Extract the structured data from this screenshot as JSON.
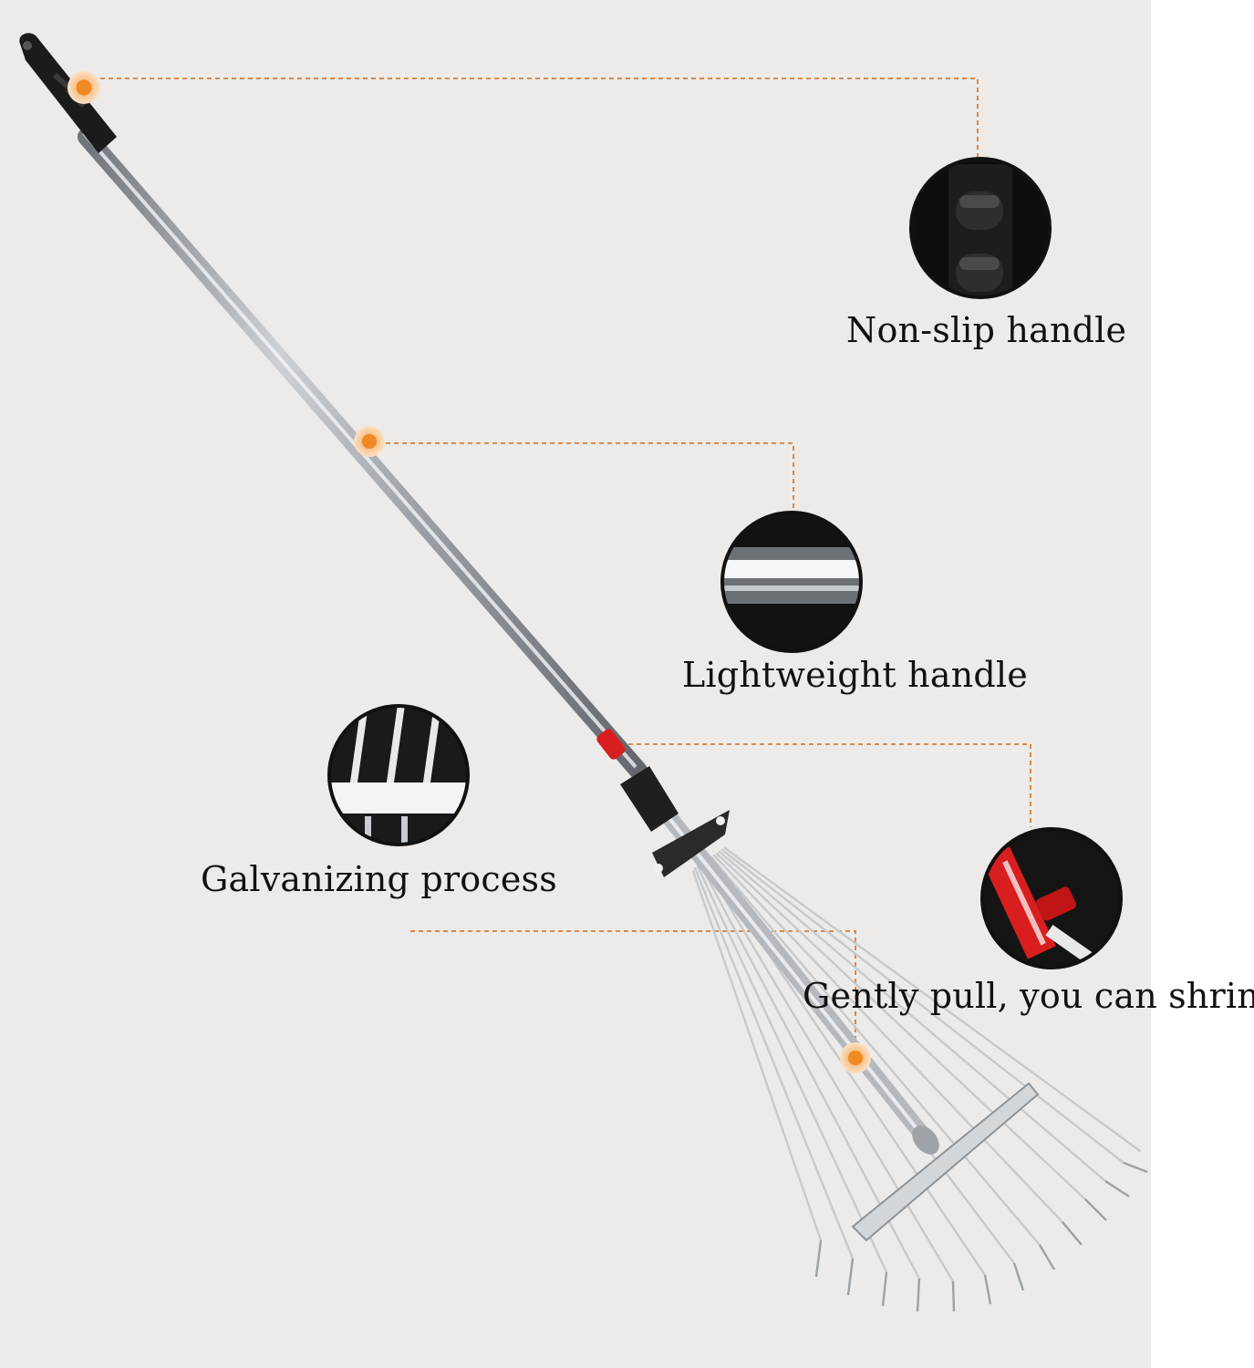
{
  "features": {
    "grip": {
      "label": "Non-slip handle",
      "icon": "handle-grip-closeup-icon"
    },
    "lightweight": {
      "label": "Lightweight handle",
      "icon": "metal-tube-closeup-icon"
    },
    "galvanizing": {
      "label": "Galvanizing process",
      "icon": "tines-closeup-icon"
    },
    "shrink": {
      "label": "Gently pull, you can shrink",
      "icon": "red-clip-closeup-icon"
    }
  },
  "colors": {
    "background": "#ecebe9",
    "accent": "#f08a24",
    "leader_line": "#d98a4a",
    "steel": "#b9bcc0",
    "grip": "#1a1a1a",
    "clip": "#d81e1e"
  }
}
